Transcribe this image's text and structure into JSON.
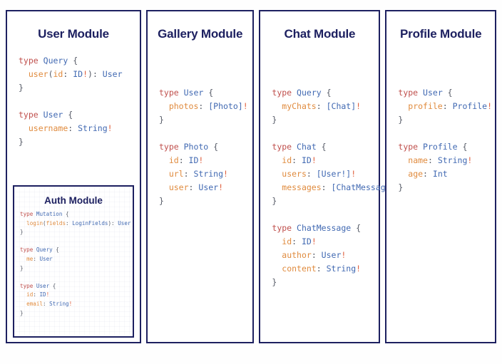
{
  "background_color": "#fefefe",
  "theme": {
    "border_color": "#1d2060",
    "title_color": "#1d2060",
    "keyword_color": "#c0504d",
    "type_color": "#4169b2",
    "field_color": "#e08b3e",
    "punctuation_color": "#555a66",
    "bang_color": "#e0603e"
  },
  "panels": [
    {
      "id": "user-module",
      "title": "User Module",
      "blocks": [
        [
          [
            [
              "k",
              "type"
            ],
            [
              "p",
              " "
            ],
            [
              "t",
              "Query"
            ],
            [
              "p",
              " {"
            ]
          ],
          [
            [
              "p",
              "  "
            ],
            [
              "f",
              "user"
            ],
            [
              "p",
              "("
            ],
            [
              "f",
              "id"
            ],
            [
              "p",
              ": "
            ],
            [
              "t",
              "ID"
            ],
            [
              "b",
              "!"
            ],
            [
              "p",
              "): "
            ],
            [
              "t",
              "User"
            ]
          ],
          [
            [
              "p",
              "}"
            ]
          ]
        ],
        [
          [
            [
              "k",
              "type"
            ],
            [
              "p",
              " "
            ],
            [
              "t",
              "User"
            ],
            [
              "p",
              " {"
            ]
          ],
          [
            [
              "p",
              "  "
            ],
            [
              "f",
              "username"
            ],
            [
              "p",
              ": "
            ],
            [
              "t",
              "String"
            ],
            [
              "b",
              "!"
            ]
          ],
          [
            [
              "p",
              "}"
            ]
          ]
        ]
      ],
      "subpanel": {
        "id": "auth-module",
        "title": "Auth Module",
        "blocks": [
          [
            [
              [
                "k",
                "type"
              ],
              [
                "p",
                " "
              ],
              [
                "t",
                "Mutation"
              ],
              [
                "p",
                " {"
              ]
            ],
            [
              [
                "p",
                "  "
              ],
              [
                "f",
                "login"
              ],
              [
                "p",
                "("
              ],
              [
                "f",
                "fields"
              ],
              [
                "p",
                ": "
              ],
              [
                "t",
                "LoginFields"
              ],
              [
                "p",
                "): "
              ],
              [
                "t",
                "User"
              ]
            ],
            [
              [
                "p",
                "}"
              ]
            ]
          ],
          [
            [
              [
                "k",
                "type"
              ],
              [
                "p",
                " "
              ],
              [
                "t",
                "Query"
              ],
              [
                "p",
                " {"
              ]
            ],
            [
              [
                "p",
                "  "
              ],
              [
                "f",
                "me"
              ],
              [
                "p",
                ": "
              ],
              [
                "t",
                "User"
              ]
            ],
            [
              [
                "p",
                "}"
              ]
            ]
          ],
          [
            [
              [
                "k",
                "type"
              ],
              [
                "p",
                " "
              ],
              [
                "t",
                "User"
              ],
              [
                "p",
                " {"
              ]
            ],
            [
              [
                "p",
                "  "
              ],
              [
                "f",
                "id"
              ],
              [
                "p",
                ": "
              ],
              [
                "t",
                "ID"
              ],
              [
                "b",
                "!"
              ]
            ],
            [
              [
                "p",
                "  "
              ],
              [
                "f",
                "email"
              ],
              [
                "p",
                ": "
              ],
              [
                "t",
                "String"
              ],
              [
                "b",
                "!"
              ]
            ],
            [
              [
                "p",
                "}"
              ]
            ]
          ]
        ]
      }
    },
    {
      "id": "gallery-module",
      "title": "Gallery Module",
      "blocks": [
        [
          [
            [
              "k",
              "type"
            ],
            [
              "p",
              " "
            ],
            [
              "t",
              "User"
            ],
            [
              "p",
              " {"
            ]
          ],
          [
            [
              "p",
              "  "
            ],
            [
              "f",
              "photos"
            ],
            [
              "p",
              ": "
            ],
            [
              "t",
              "[Photo]"
            ],
            [
              "b",
              "!"
            ]
          ],
          [
            [
              "p",
              "}"
            ]
          ]
        ],
        [
          [
            [
              "k",
              "type"
            ],
            [
              "p",
              " "
            ],
            [
              "t",
              "Photo"
            ],
            [
              "p",
              " {"
            ]
          ],
          [
            [
              "p",
              "  "
            ],
            [
              "f",
              "id"
            ],
            [
              "p",
              ": "
            ],
            [
              "t",
              "ID"
            ],
            [
              "b",
              "!"
            ]
          ],
          [
            [
              "p",
              "  "
            ],
            [
              "f",
              "url"
            ],
            [
              "p",
              ": "
            ],
            [
              "t",
              "String"
            ],
            [
              "b",
              "!"
            ]
          ],
          [
            [
              "p",
              "  "
            ],
            [
              "f",
              "user"
            ],
            [
              "p",
              ": "
            ],
            [
              "t",
              "User"
            ],
            [
              "b",
              "!"
            ]
          ],
          [
            [
              "p",
              "}"
            ]
          ]
        ]
      ]
    },
    {
      "id": "chat-module",
      "title": "Chat Module",
      "blocks": [
        [
          [
            [
              "k",
              "type"
            ],
            [
              "p",
              " "
            ],
            [
              "t",
              "Query"
            ],
            [
              "p",
              " {"
            ]
          ],
          [
            [
              "p",
              "  "
            ],
            [
              "f",
              "myChats"
            ],
            [
              "p",
              ": "
            ],
            [
              "t",
              "[Chat]"
            ],
            [
              "b",
              "!"
            ]
          ],
          [
            [
              "p",
              "}"
            ]
          ]
        ],
        [
          [
            [
              "k",
              "type"
            ],
            [
              "p",
              " "
            ],
            [
              "t",
              "Chat"
            ],
            [
              "p",
              " {"
            ]
          ],
          [
            [
              "p",
              "  "
            ],
            [
              "f",
              "id"
            ],
            [
              "p",
              ": "
            ],
            [
              "t",
              "ID"
            ],
            [
              "b",
              "!"
            ]
          ],
          [
            [
              "p",
              "  "
            ],
            [
              "f",
              "users"
            ],
            [
              "p",
              ": "
            ],
            [
              "t",
              "[User!]"
            ],
            [
              "b",
              "!"
            ]
          ],
          [
            [
              "p",
              "  "
            ],
            [
              "f",
              "messages"
            ],
            [
              "p",
              ": "
            ],
            [
              "t",
              "[ChatMessage]"
            ],
            [
              "b",
              "!"
            ]
          ],
          [
            [
              "p",
              "}"
            ]
          ]
        ],
        [
          [
            [
              "k",
              "type"
            ],
            [
              "p",
              " "
            ],
            [
              "t",
              "ChatMessage"
            ],
            [
              "p",
              " {"
            ]
          ],
          [
            [
              "p",
              "  "
            ],
            [
              "f",
              "id"
            ],
            [
              "p",
              ": "
            ],
            [
              "t",
              "ID"
            ],
            [
              "b",
              "!"
            ]
          ],
          [
            [
              "p",
              "  "
            ],
            [
              "f",
              "author"
            ],
            [
              "p",
              ": "
            ],
            [
              "t",
              "User"
            ],
            [
              "b",
              "!"
            ]
          ],
          [
            [
              "p",
              "  "
            ],
            [
              "f",
              "content"
            ],
            [
              "p",
              ": "
            ],
            [
              "t",
              "String"
            ],
            [
              "b",
              "!"
            ]
          ],
          [
            [
              "p",
              "}"
            ]
          ]
        ]
      ]
    },
    {
      "id": "profile-module",
      "title": "Profile Module",
      "blocks": [
        [
          [
            [
              "k",
              "type"
            ],
            [
              "p",
              " "
            ],
            [
              "t",
              "User"
            ],
            [
              "p",
              " {"
            ]
          ],
          [
            [
              "p",
              "  "
            ],
            [
              "f",
              "profile"
            ],
            [
              "p",
              ": "
            ],
            [
              "t",
              "Profile"
            ],
            [
              "b",
              "!"
            ]
          ],
          [
            [
              "p",
              "}"
            ]
          ]
        ],
        [
          [
            [
              "k",
              "type"
            ],
            [
              "p",
              " "
            ],
            [
              "t",
              "Profile"
            ],
            [
              "p",
              " {"
            ]
          ],
          [
            [
              "p",
              "  "
            ],
            [
              "f",
              "name"
            ],
            [
              "p",
              ": "
            ],
            [
              "t",
              "String"
            ],
            [
              "b",
              "!"
            ]
          ],
          [
            [
              "p",
              "  "
            ],
            [
              "f",
              "age"
            ],
            [
              "p",
              ": "
            ],
            [
              "t",
              "Int"
            ]
          ],
          [
            [
              "p",
              "}"
            ]
          ]
        ]
      ]
    }
  ]
}
